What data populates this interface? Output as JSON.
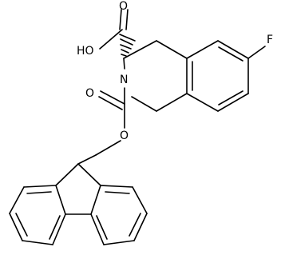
{
  "figure": {
    "type": "chemical-structure",
    "atoms": {
      "carboxyl_oh": "HO",
      "carboxyl_o": "O",
      "fluorine": "F",
      "ring_nitrogen": "N",
      "carbamate_o": "O",
      "ester_o": "O"
    },
    "colors": {
      "bond": "#000000",
      "background": "#ffffff"
    }
  }
}
